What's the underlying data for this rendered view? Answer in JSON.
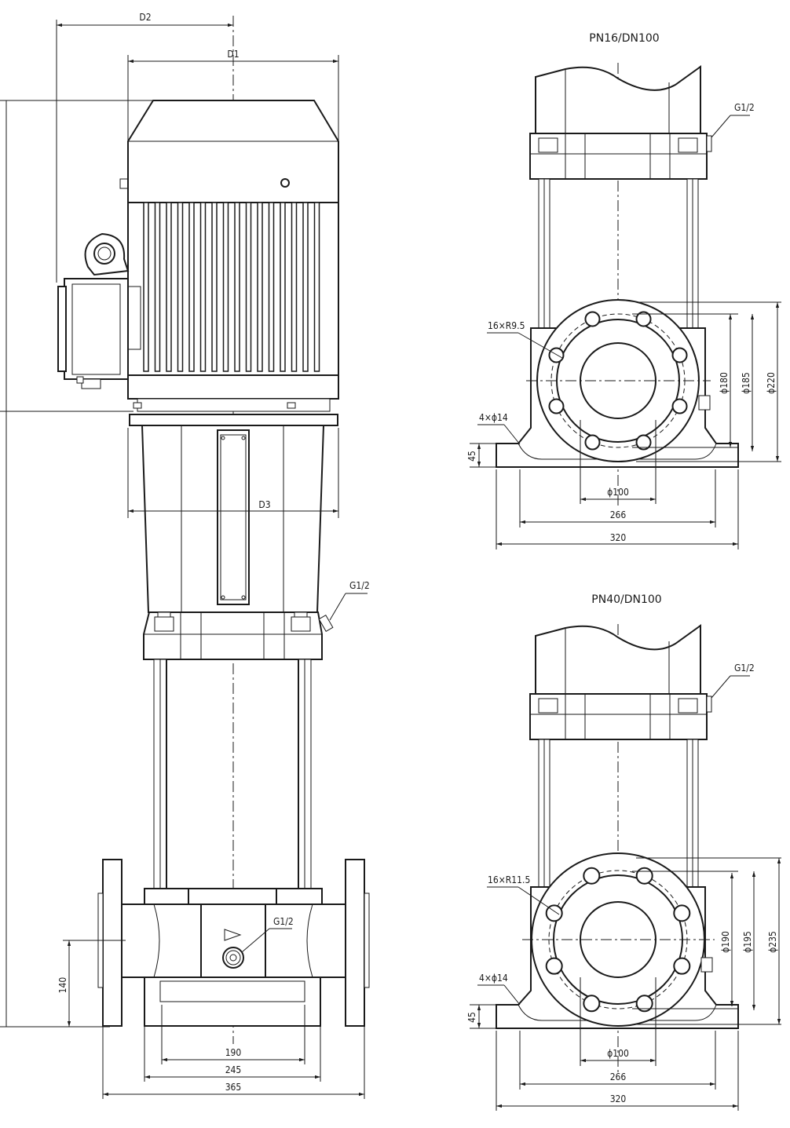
{
  "main_view": {
    "dim_d2": "D2",
    "dim_d1": "D1",
    "dim_d3": "D3",
    "vent_label": "G1/2",
    "drain_label": "G1/2",
    "dim_height_140": "140",
    "dim_190": "190",
    "dim_245": "245",
    "dim_365": "365"
  },
  "pn16_view": {
    "title": "PN16/DN100",
    "vent_label": "G1/2",
    "bolt_holes": "16×R9.5",
    "foot_holes": "4×ϕ14",
    "dim_45": "45",
    "dim_180": "ϕ180",
    "dim_185": "ϕ185",
    "dim_220": "ϕ220",
    "dim_100": "ϕ100",
    "dim_266": "266",
    "dim_320": "320"
  },
  "pn40_view": {
    "title": "PN40/DN100",
    "vent_label": "G1/2",
    "bolt_holes": "16×R11.5",
    "foot_holes": "4×ϕ14",
    "dim_45": "45",
    "dim_190": "ϕ190",
    "dim_195": "ϕ195",
    "dim_235": "ϕ235",
    "dim_100": "ϕ100",
    "dim_266": "266",
    "dim_320": "320"
  }
}
